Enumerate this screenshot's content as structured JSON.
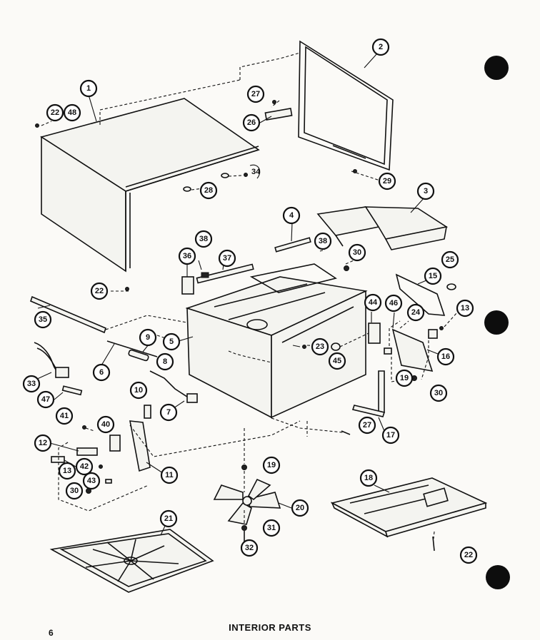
{
  "page_title": "INTERIOR PARTS",
  "page_number": "6",
  "callouts": {
    "c1": "1",
    "c2": "2",
    "c3": "3",
    "c4": "4",
    "c5": "5",
    "c6": "6",
    "c7": "7",
    "c8": "8",
    "c9": "9",
    "c10": "10",
    "c11": "11",
    "c12": "12",
    "c13a": "13",
    "c13b": "13",
    "c15": "15",
    "c16": "16",
    "c17": "17",
    "c18": "18",
    "c19a": "19",
    "c19b": "19",
    "c20": "20",
    "c21": "21",
    "c22a": "22",
    "c22b": "22",
    "c22c": "22",
    "c23": "23",
    "c24": "24",
    "c25": "25",
    "c26": "26",
    "c27a": "27",
    "c27b": "27",
    "c28": "28",
    "c29": "29",
    "c30a": "30",
    "c30b": "30",
    "c30c": "30",
    "c31": "31",
    "c32": "32",
    "c33": "33",
    "c34": "34",
    "c35": "35",
    "c36": "36",
    "c37": "37",
    "c38a": "38",
    "c38b": "38",
    "c40": "40",
    "c41": "41",
    "c42": "42",
    "c43": "43",
    "c44": "44",
    "c45": "45",
    "c46": "46",
    "c47": "47",
    "c48": "48"
  }
}
